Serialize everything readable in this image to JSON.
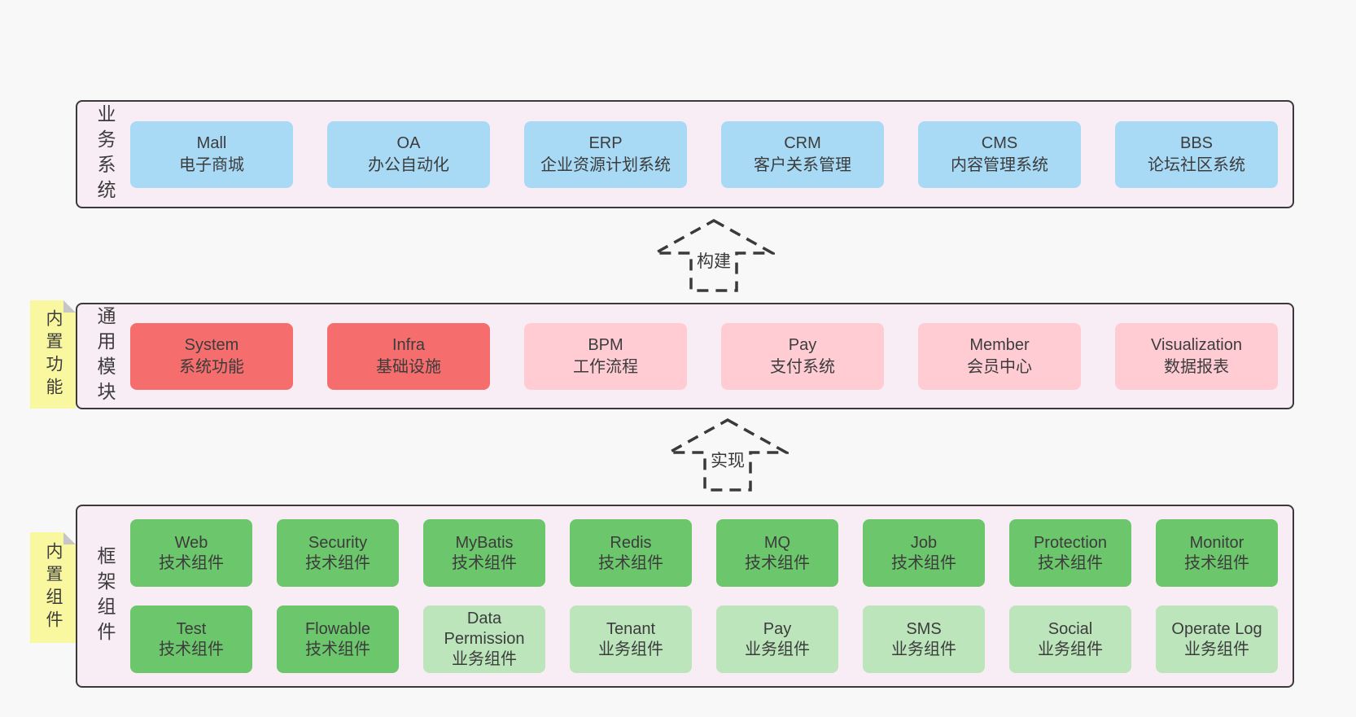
{
  "page": {
    "background": "#f8f8f8"
  },
  "colors": {
    "page-bg": "#f8f8f8",
    "band-bg": "#f8edf5",
    "band-border": "#3a3a3a",
    "text": "#3c3c3c",
    "blue": "#a8daf5",
    "red": "#f56d6d",
    "pink": "#ffccd4",
    "green": "#6cc66c",
    "lightgreen": "#bce5bc",
    "sticky-yellow": "#f9f8a0",
    "sticky-fold": "#c6c6c6",
    "arrow": "#3a3a3a"
  },
  "arrows": [
    {
      "label": "构建"
    },
    {
      "label": "实现"
    }
  ],
  "bands": [
    {
      "label": "业务系统",
      "boxes": [
        {
          "title": "Mall",
          "subtitle": "电子商城",
          "variant": "blue"
        },
        {
          "title": "OA",
          "subtitle": "办公自动化",
          "variant": "blue"
        },
        {
          "title": "ERP",
          "subtitle": "企业资源计划系统",
          "variant": "blue"
        },
        {
          "title": "CRM",
          "subtitle": "客户关系管理",
          "variant": "blue"
        },
        {
          "title": "CMS",
          "subtitle": "内容管理系统",
          "variant": "blue"
        },
        {
          "title": "BBS",
          "subtitle": "论坛社区系统",
          "variant": "blue"
        }
      ]
    },
    {
      "label": "通用模块",
      "sticky": "内置功能",
      "boxes": [
        {
          "title": "System",
          "subtitle": "系统功能",
          "variant": "red"
        },
        {
          "title": "Infra",
          "subtitle": "基础设施",
          "variant": "red"
        },
        {
          "title": "BPM",
          "subtitle": "工作流程",
          "variant": "pink"
        },
        {
          "title": "Pay",
          "subtitle": "支付系统",
          "variant": "pink"
        },
        {
          "title": "Member",
          "subtitle": "会员中心",
          "variant": "pink"
        },
        {
          "title": "Visualization",
          "subtitle": "数据报表",
          "variant": "pink"
        }
      ]
    },
    {
      "label": "框架组件",
      "sticky": "内置组件",
      "rows": [
        [
          {
            "title": "Web",
            "subtitle": "技术组件",
            "variant": "green"
          },
          {
            "title": "Security",
            "subtitle": "技术组件",
            "variant": "green"
          },
          {
            "title": "MyBatis",
            "subtitle": "技术组件",
            "variant": "green"
          },
          {
            "title": "Redis",
            "subtitle": "技术组件",
            "variant": "green"
          },
          {
            "title": "MQ",
            "subtitle": "技术组件",
            "variant": "green"
          },
          {
            "title": "Job",
            "subtitle": "技术组件",
            "variant": "green"
          },
          {
            "title": "Protection",
            "subtitle": "技术组件",
            "variant": "green"
          },
          {
            "title": "Monitor",
            "subtitle": "技术组件",
            "variant": "green"
          }
        ],
        [
          {
            "title": "Test",
            "subtitle": "技术组件",
            "variant": "green"
          },
          {
            "title": "Flowable",
            "subtitle": "技术组件",
            "variant": "green"
          },
          {
            "title": "Data Permission",
            "subtitle": "业务组件",
            "variant": "lightgreen"
          },
          {
            "title": "Tenant",
            "subtitle": "业务组件",
            "variant": "lightgreen"
          },
          {
            "title": "Pay",
            "subtitle": "业务组件",
            "variant": "lightgreen"
          },
          {
            "title": "SMS",
            "subtitle": "业务组件",
            "variant": "lightgreen"
          },
          {
            "title": "Social",
            "subtitle": "业务组件",
            "variant": "lightgreen"
          },
          {
            "title": "Operate Log",
            "subtitle": "业务组件",
            "variant": "lightgreen"
          }
        ]
      ]
    }
  ]
}
